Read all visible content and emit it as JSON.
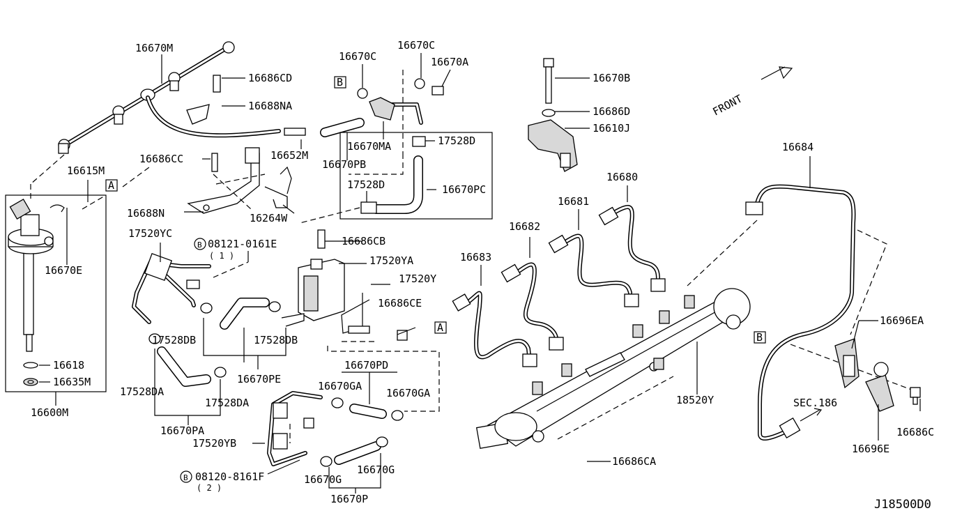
{
  "diagram_id": "J18500D0",
  "front_label": "FRONT",
  "sec_label": "SEC.186",
  "ref_a": "A",
  "ref_b": "B",
  "labels": {
    "p16670M": "16670M",
    "p16686CD": "16686CD",
    "p16688NA": "16688NA",
    "p16670C_l": "16670C",
    "p16670C_r": "16670C",
    "p16670A": "16670A",
    "p16670B": "16670B",
    "p16686D": "16686D",
    "p16610J": "16610J",
    "p16652M": "16652M",
    "p16670MA": "16670MA",
    "p16670PB": "16670PB",
    "p17528D_top": "17528D",
    "p17528D_mid": "17528D",
    "p16670PC": "16670PC",
    "p16686CC": "16686CC",
    "p16615M": "16615M",
    "p16688N": "16688N",
    "p16264W": "16264W",
    "p16684": "16684",
    "p16680": "16680",
    "p16681": "16681",
    "p16682": "16682",
    "p16683": "16683",
    "p17520YC": "17520YC",
    "p08121": "08121-0161E",
    "p08121_qty": "( 1 )",
    "p16686CB": "16686CB",
    "p17520YA": "17520YA",
    "p17520Y": "17520Y",
    "p16686CE": "16686CE",
    "p16670E": "16670E",
    "p16618": "16618",
    "p16635M": "16635M",
    "p16600M": "16600M",
    "p17528DB_l": "17528DB",
    "p17528DB_r": "17528DB",
    "p16670PE": "16670PE",
    "p16670PD": "16670PD",
    "p16670GA_l": "16670GA",
    "p16670GA_r": "16670GA",
    "p17528DA_l": "17528DA",
    "p17528DA_r": "17528DA",
    "p16670PA": "16670PA",
    "p17520YB": "17520YB",
    "p08120": "08120-8161F",
    "p08120_qty": "( 2 )",
    "p16670G_l": "16670G",
    "p16670G_r": "16670G",
    "p16670P": "16670P",
    "p18520Y": "18520Y",
    "p16696EA": "16696EA",
    "p16686C": "16686C",
    "p16696E": "16696E",
    "p16686CA": "16686CA"
  }
}
